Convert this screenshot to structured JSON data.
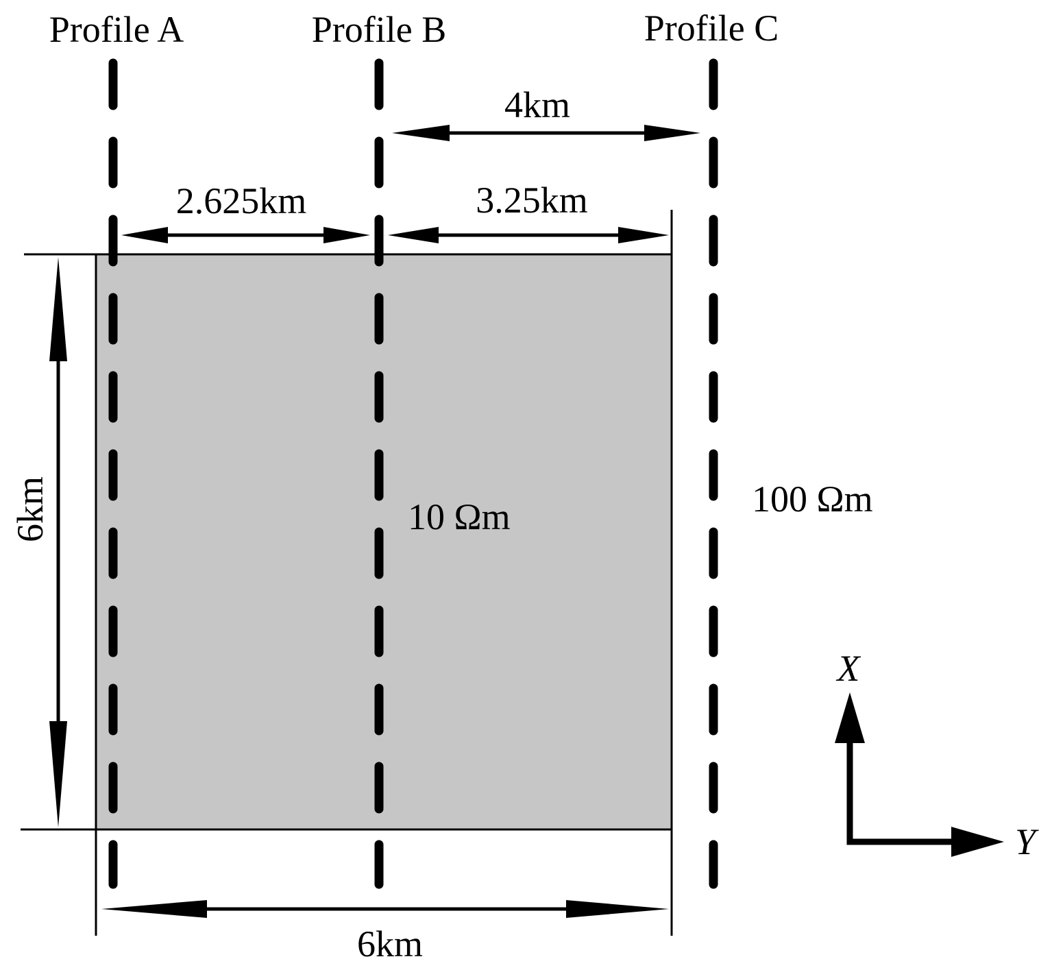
{
  "profiles": [
    {
      "id": "A",
      "label": "Profile A"
    },
    {
      "id": "B",
      "label": "Profile B"
    },
    {
      "id": "C",
      "label": "Profile C"
    }
  ],
  "dimensions": {
    "b_to_c": "4km",
    "a_to_b": "2.625km",
    "b_to_right": "3.25km",
    "height": "6km",
    "width": "6km"
  },
  "resistivity": {
    "inside": "10 Ωm",
    "outside": "100 Ωm"
  },
  "axes": {
    "x": "X",
    "y": "Y"
  },
  "colors": {
    "block_fill": "#c6c6c6",
    "line": "#000000"
  }
}
